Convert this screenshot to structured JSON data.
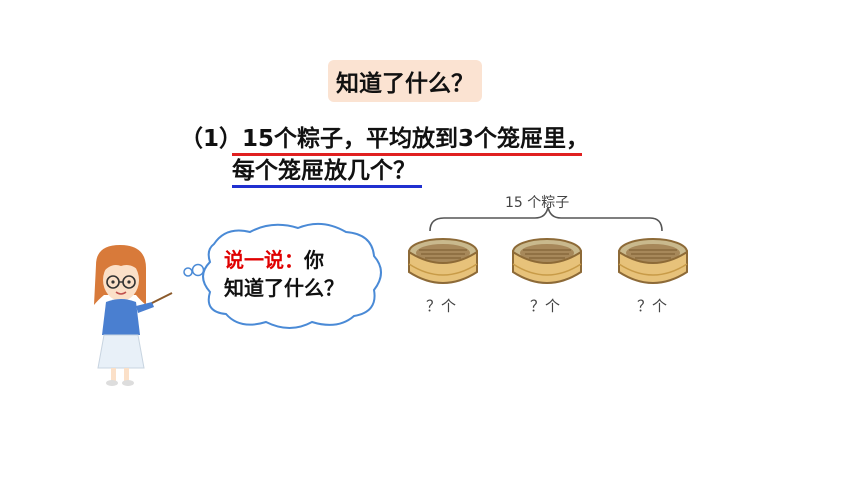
{
  "title": "知道了什么？",
  "problem": {
    "line1": "（1）15个粽子，平均放到3个笼屉里，",
    "line2": "每个笼屉放几个？"
  },
  "speech": {
    "prompt": "说一说：",
    "rest_line1": "你",
    "line2": "知道了什么？"
  },
  "illustration": {
    "brace_label": "15 个粽子",
    "steamer_labels": [
      "？个",
      "？个",
      "？个"
    ]
  },
  "colors": {
    "badge_bg": "#fbe3d2",
    "red_underline": "#e02020",
    "blue_underline": "#2030d0",
    "bubble_border": "#4a8ad6"
  }
}
